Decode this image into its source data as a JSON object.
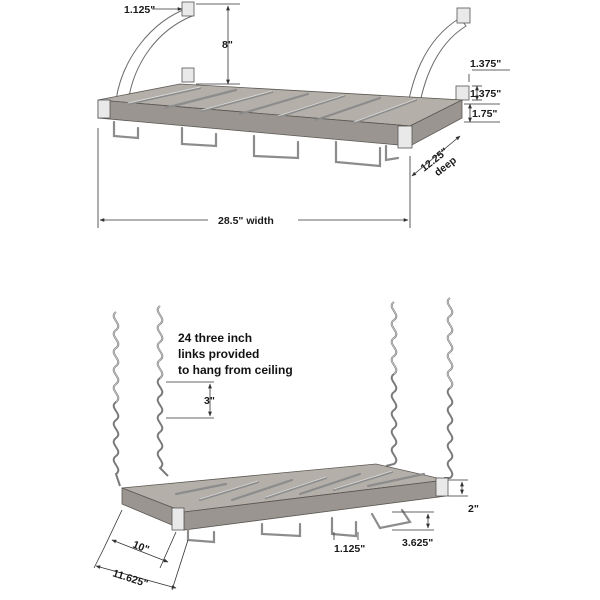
{
  "top_diagram": {
    "dims": {
      "bracket_width": "1.125\"",
      "height": "8\"",
      "plate_width": "1.375\"",
      "plate_height": "1.375\"",
      "rail_thickness": "1.75\"",
      "depth": "12.25\"",
      "depth_word": "deep",
      "width": "28.5\" width"
    }
  },
  "bottom_diagram": {
    "note_lines": [
      "24 three inch",
      "links provided",
      "to hang from ceiling"
    ],
    "dims": {
      "link_length": "3\"",
      "frame_height": "2\"",
      "hook_spacing": "1.125\"",
      "hook_depth": "3.625\"",
      "inner_depth": "10\"",
      "outer_depth": "11.625\""
    }
  }
}
